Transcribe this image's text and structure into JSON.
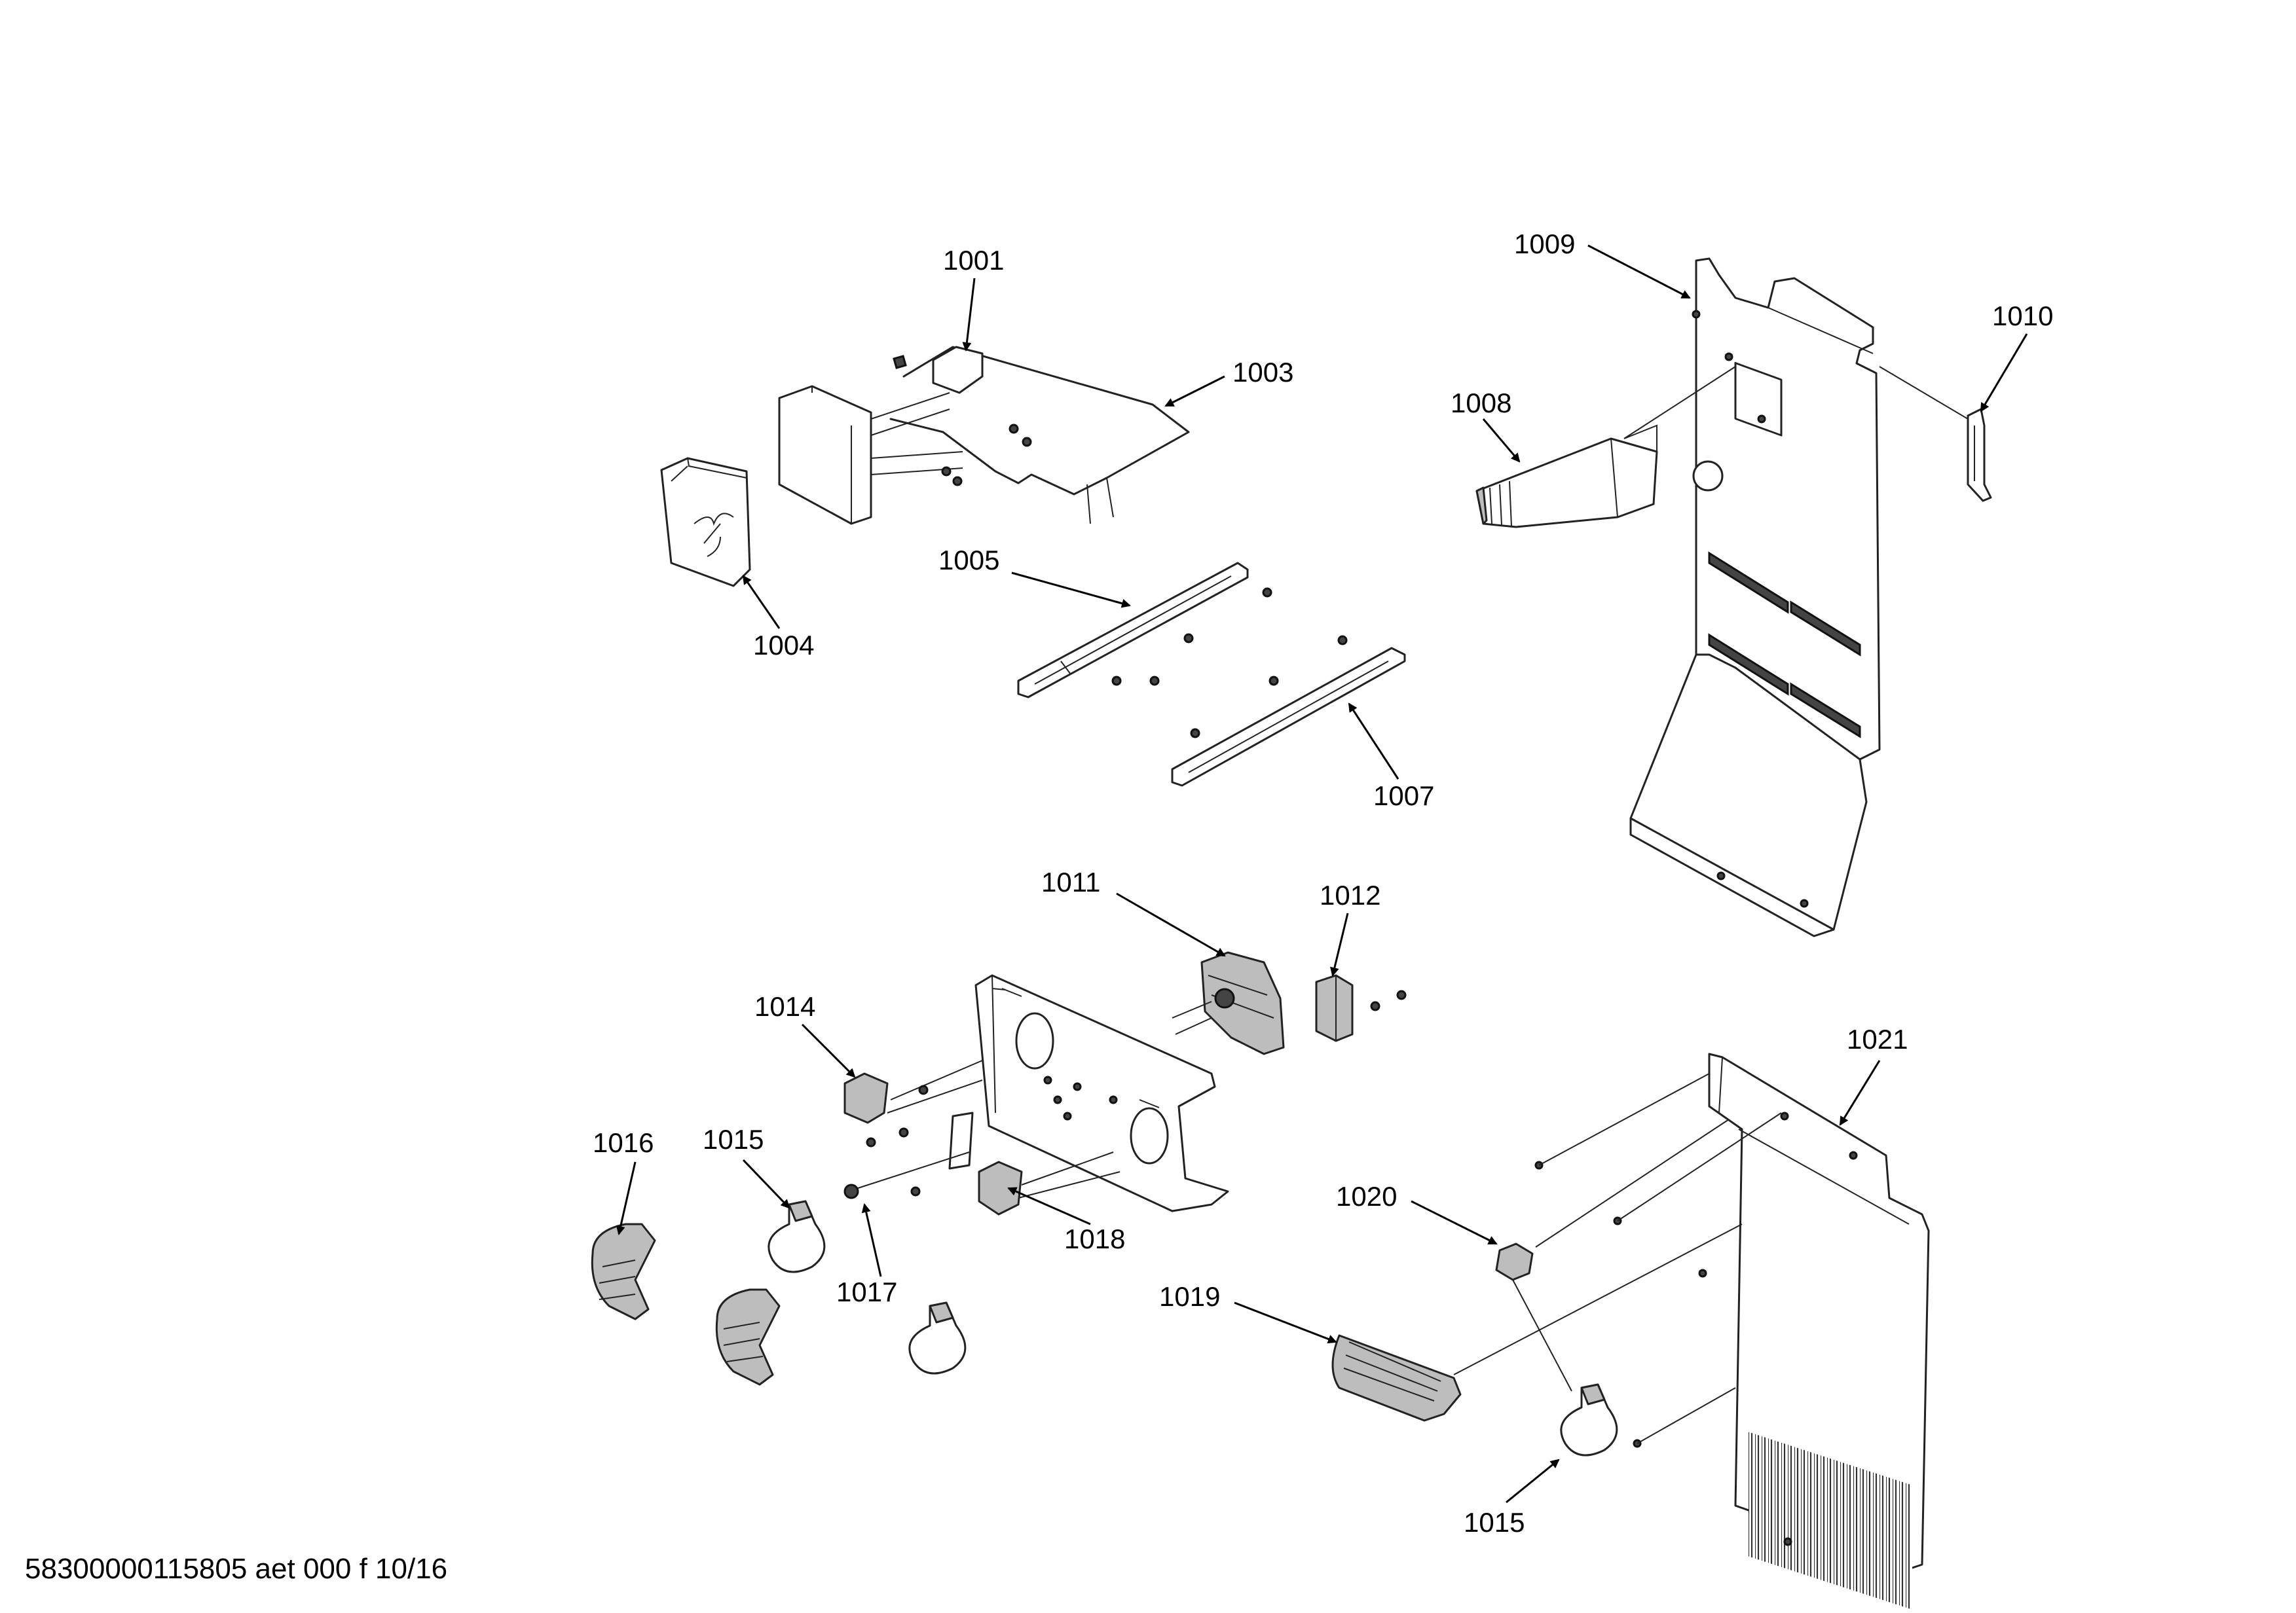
{
  "callouts": {
    "c1001": "1001",
    "c1003": "1003",
    "c1004": "1004",
    "c1005": "1005",
    "c1007": "1007",
    "c1008": "1008",
    "c1009": "1009",
    "c1010": "1010",
    "c1011": "1011",
    "c1012": "1012",
    "c1014": "1014",
    "c1015a": "1015",
    "c1015b": "1015",
    "c1016": "1016",
    "c1017": "1017",
    "c1018": "1018",
    "c1019": "1019",
    "c1020": "1020",
    "c1021": "1021"
  },
  "footer": {
    "doc_code": "58300000115805 aet 000 f 10/16"
  }
}
